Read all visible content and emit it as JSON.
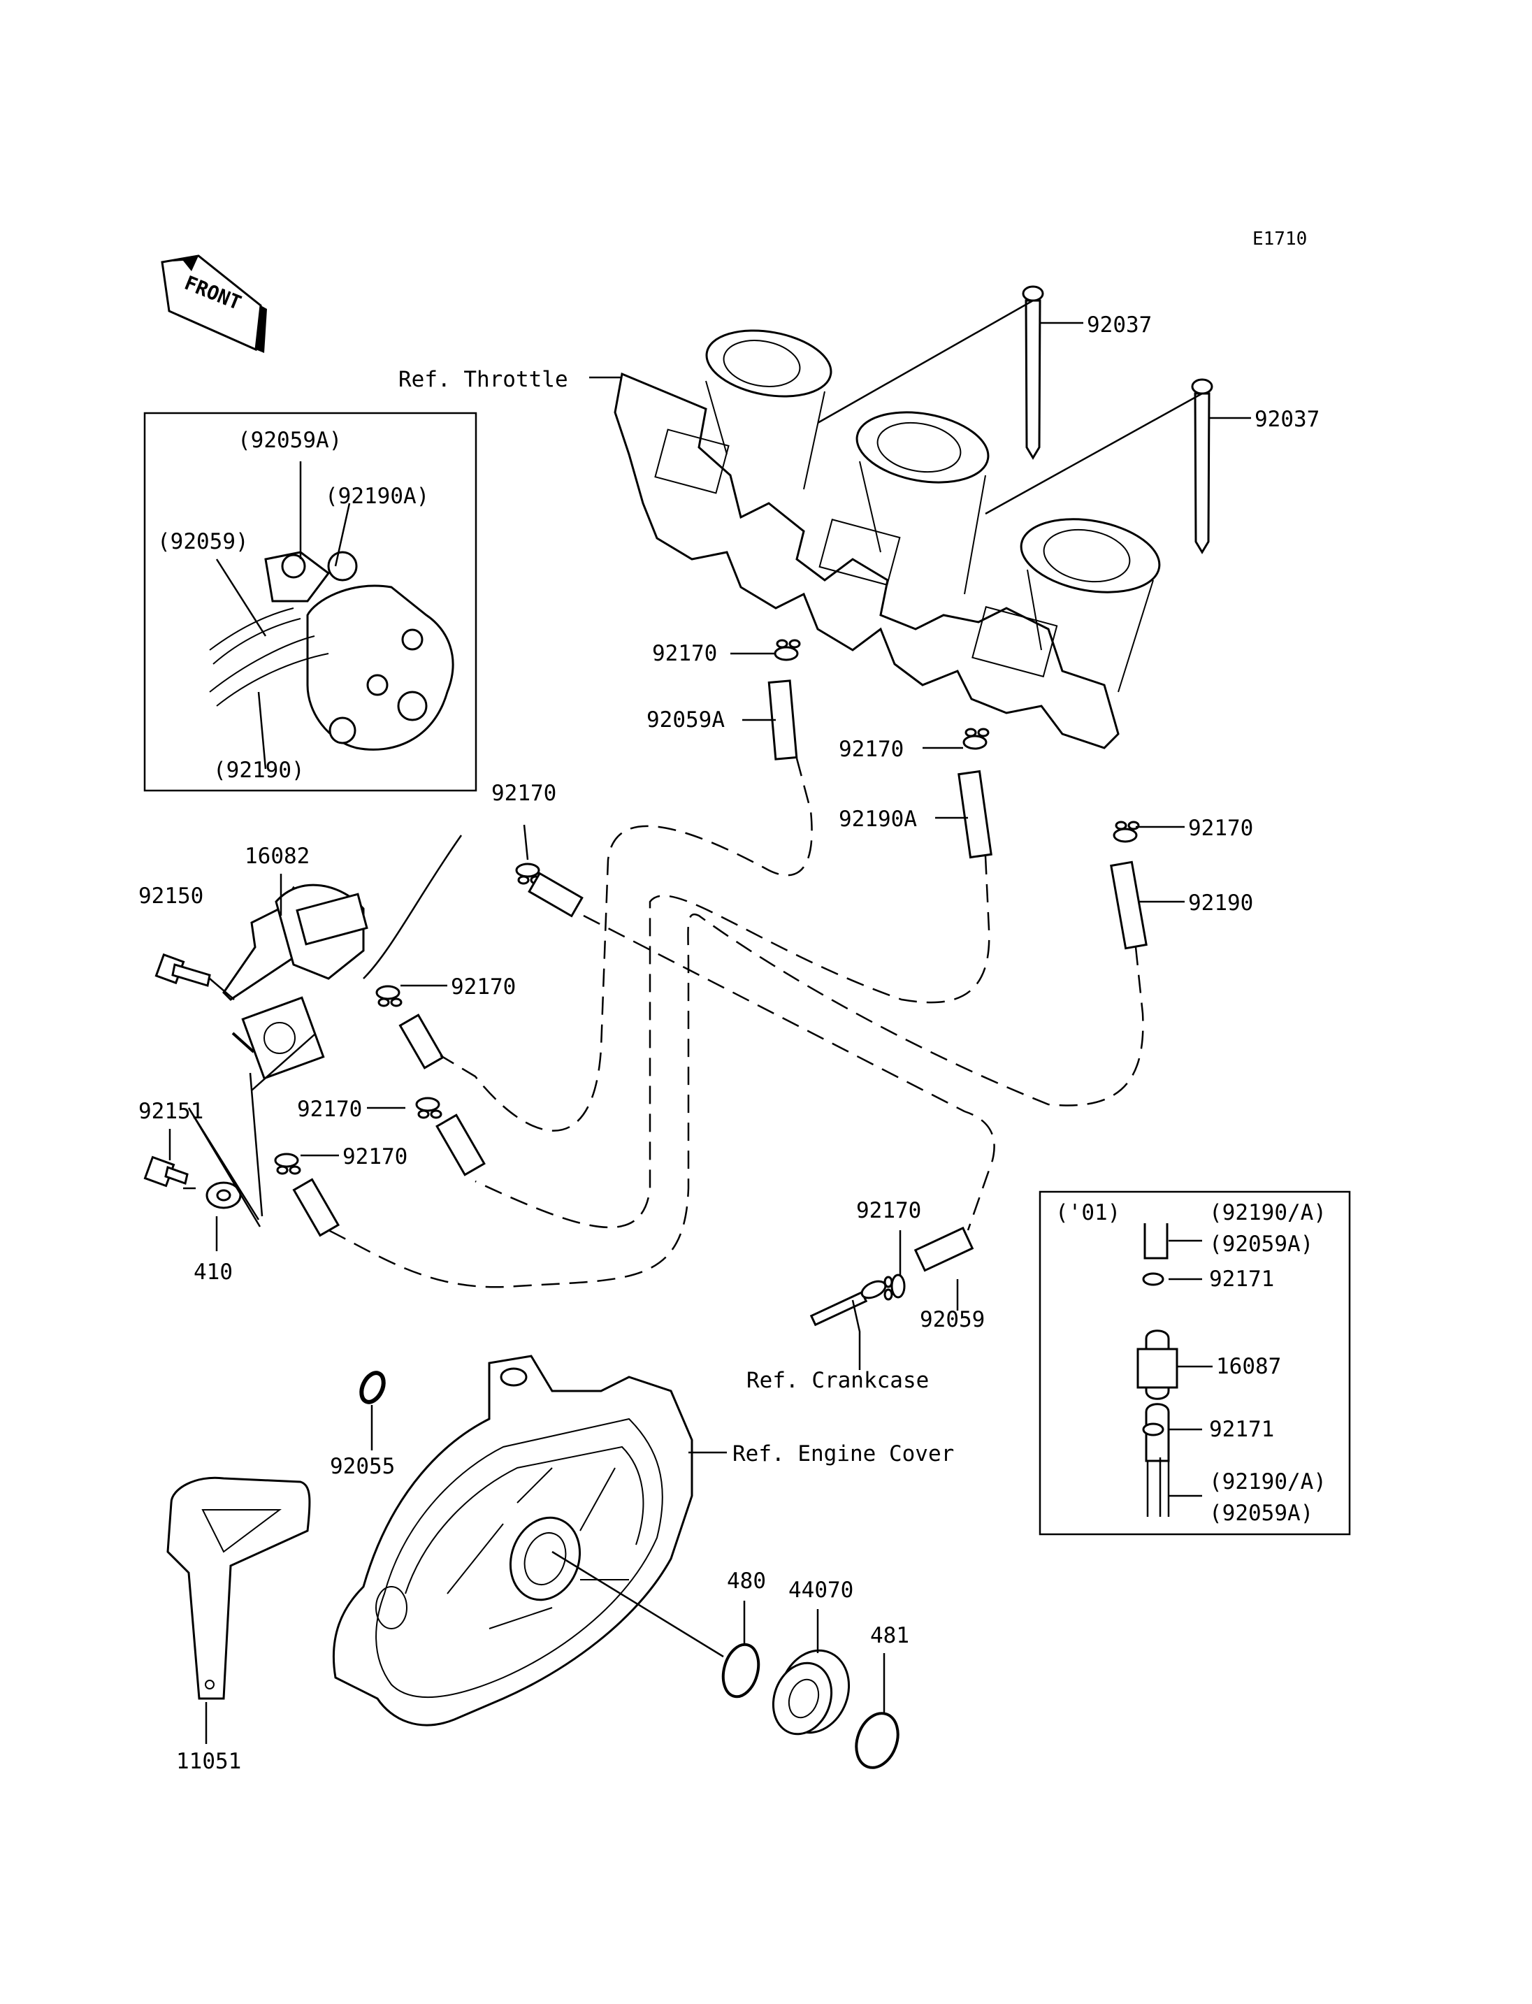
{
  "diagram_code": "E1710",
  "front_label": "FRONT",
  "inset_top": {
    "labels": [
      "(92059A)",
      "(92190A)",
      "(92059)",
      "(92190)"
    ]
  },
  "inset_01": {
    "labels": [
      "('01)",
      "(92190/A)",
      "(92059A)",
      "92171",
      "16087",
      "92171",
      "(92190/A)",
      "(92059A)"
    ]
  },
  "labels": {
    "ref_throttle": "Ref. Throttle",
    "ref_crankcase": "Ref. Crankcase",
    "ref_engine_cover": "Ref. Engine Cover",
    "p92037_a": "92037",
    "p92037_b": "92037",
    "p92170_a": "92170",
    "p92059A": "92059A",
    "p92170_b": "92170",
    "p92190A": "92190A",
    "p92170_c": "92170",
    "p92190": "92190",
    "p92170_d": "92170",
    "p16082": "16082",
    "p92150": "92150",
    "p92170_e": "92170",
    "p92151": "92151",
    "p92170_f": "92170",
    "p92170_g": "92170",
    "p410": "410",
    "p92170_h": "92170",
    "p92059": "92059",
    "p92055": "92055",
    "p480": "480",
    "p44070": "44070",
    "p481": "481",
    "p11051": "11051"
  }
}
